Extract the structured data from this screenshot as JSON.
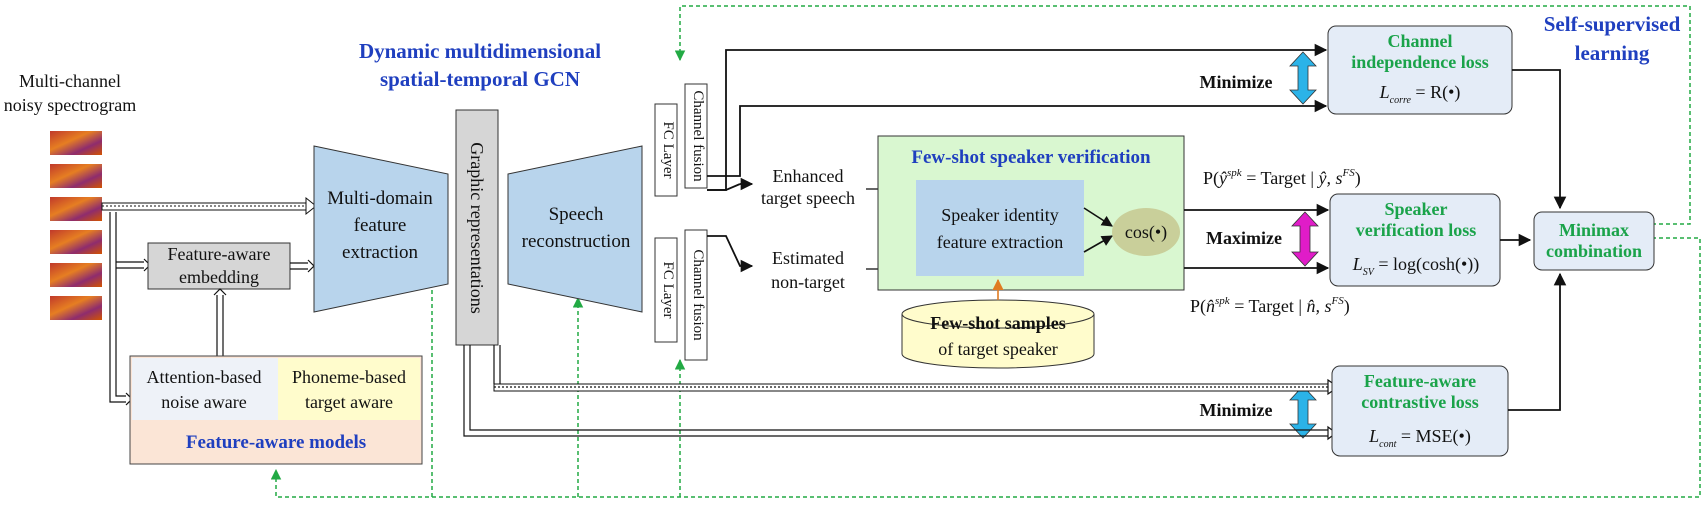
{
  "colors": {
    "blue_box": "#b8d4ec",
    "gray_box": "#d6d6d6",
    "green_panel": "#d9f7d0",
    "loss_box": "#e4ecf7",
    "cream": "#fffccc",
    "peach": "#fbe5d6",
    "title_blue": "#1f3fbf",
    "title_green": "#1aa34a",
    "arrow_cyan": "#2bb3e8",
    "arrow_magenta": "#e01cc8",
    "dashed_green": "#22aa44",
    "orange": "#e07b22",
    "cos_fill": "#c9cf9a"
  },
  "labels": {
    "input_title_1": "Multi-channel",
    "input_title_2": "noisy spectrogram",
    "gcn_title_1": "Dynamic multidimensional",
    "gcn_title_2": "spatial-temporal GCN",
    "feature_aware_embedding_1": "Feature-aware",
    "feature_aware_embedding_2": "embedding",
    "attention_noise_1": "Attention-based",
    "attention_noise_2": "noise aware",
    "phoneme_target_1": "Phoneme-based",
    "phoneme_target_2": "target aware",
    "feature_aware_models": "Feature-aware models",
    "multi_domain_1": "Multi-domain",
    "multi_domain_2": "feature",
    "multi_domain_3": "extraction",
    "graphic_representations": "Graphic representations",
    "speech_reconstruction_1": "Speech",
    "speech_reconstruction_2": "reconstruction",
    "fc_layer": "FC Layer",
    "channel_fusion": "Channel fusion",
    "enhanced_1": "Enhanced",
    "enhanced_2": "target speech",
    "estimated_1": "Estimated",
    "estimated_2": "non-target",
    "few_shot_title": "Few-shot speaker verification",
    "speaker_identity_1": "Speaker identity",
    "speaker_identity_2": "feature extraction",
    "cos": "cos(•)",
    "few_shot_samples_1": "Few-shot samples",
    "few_shot_samples_2": "of target speaker",
    "p_top_1": "P(",
    "p_top_y": "ŷ",
    "p_top_sup": "spk",
    "p_top_2": " = Target | ",
    "p_top_3": "ŷ, s",
    "p_top_sup2": "FS",
    "p_top_4": ")",
    "p_bot_1": "P(",
    "p_bot_n": "n̂",
    "p_bot_sup": "spk",
    "p_bot_2": " = Target | ",
    "p_bot_3": "n̂, s",
    "p_bot_sup2": "FS",
    "p_bot_4": ")",
    "minimize_top": "Minimize",
    "maximize": "Maximize",
    "minimize_bottom": "Minimize",
    "channel_loss_1": "Channel",
    "channel_loss_2": "independence loss",
    "channel_formula_l": "L",
    "channel_formula_sub": "corre",
    "channel_formula_r": " = R(•)",
    "spkver_loss_1": "Speaker",
    "spkver_loss_2": "verification loss",
    "spkver_formula_l": "L",
    "spkver_formula_sub": "SV",
    "spkver_formula_r": " = log(cosh(•))",
    "contrastive_loss_1": "Feature-aware",
    "contrastive_loss_2": "contrastive loss",
    "contrastive_formula_l": "L",
    "contrastive_formula_sub": "cont",
    "contrastive_formula_r": " = MSE(•)",
    "minimax_1": "Minimax",
    "minimax_2": "combination",
    "self_supervised_1": "Self-supervised",
    "self_supervised_2": "learning"
  }
}
